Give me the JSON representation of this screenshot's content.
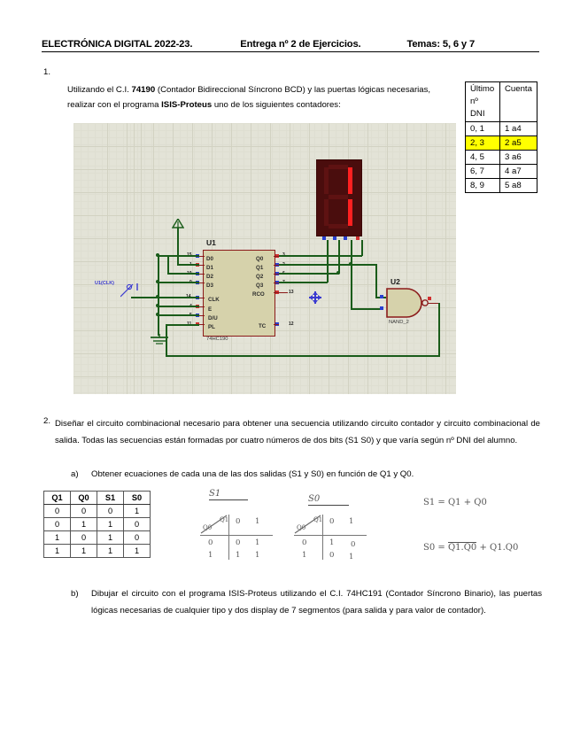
{
  "document": {
    "header": {
      "part1": "ELECTRÓNICA DIGITAL 2022-23.",
      "part2": "Entrega nº 2 de Ejercicios.",
      "part3": "Temas: 5, 6 y 7"
    },
    "exercise1": {
      "number": "1.",
      "text_before_bold": "Utilizando el C.I. ",
      "bold1": "74190",
      "text_middle": " (Contador Bidireccional Síncrono BCD) y las puertas lógicas necesarias, realizar con el programa ",
      "bold2": "ISIS-Proteus",
      "text_after": " uno de los siguientes contadores:",
      "dni_table": {
        "headers": [
          "Último nº DNI",
          "Cuenta"
        ],
        "rows": [
          {
            "dni": "0, 1",
            "cuenta": "1 a4",
            "highlight": false
          },
          {
            "dni": "2, 3",
            "cuenta": "2 a5",
            "highlight": true
          },
          {
            "dni": "4, 5",
            "cuenta": "3 a6",
            "highlight": false
          },
          {
            "dni": "6, 7",
            "cuenta": "4 a7",
            "highlight": false
          },
          {
            "dni": "8, 9",
            "cuenta": "5 a8",
            "highlight": false
          }
        ]
      },
      "schematic": {
        "u1_ref": "U1",
        "u1_value": "74HC190",
        "u1_left_pins": [
          "D0",
          "D1",
          "D2",
          "D3"
        ],
        "u1_left_pins2": [
          "CLK",
          "E",
          "D/U",
          "PL"
        ],
        "u1_right_pins": [
          "Q0",
          "Q1",
          "Q2",
          "Q3"
        ],
        "u1_rco": "RCO",
        "u1_tc": "TC",
        "u1_pin_numbers_left": [
          "15",
          "1",
          "10",
          "9",
          "14",
          "4",
          "5",
          "11"
        ],
        "u1_pin_numbers_right": [
          "3",
          "2",
          "6",
          "7",
          "13",
          "12"
        ],
        "u2_ref": "U2",
        "u2_value": "NAND_2",
        "net_label": "U1(CLK)",
        "display_digit": "1"
      }
    },
    "exercise2": {
      "number": "2.",
      "text": "Diseñar el circuito combinacional necesario para obtener una secuencia utilizando circuito contador y circuito combinacional de salida. Todas las secuencias están formadas por cuatro números de dos bits (S1 S0) y que varía según nº DNI del alumno.",
      "part_a": {
        "marker": "a)",
        "text": "Obtener ecuaciones de cada una de las dos salidas (S1 y S0) en función de Q1 y Q0."
      },
      "part_b": {
        "marker": "b)",
        "text": "Dibujar el circuito con el programa ISIS-Proteus utilizando el C.I. 74HC191 (Contador Síncrono Binario), las puertas lógicas necesarias de cualquier tipo y dos display de 7 segmentos (para salida y para valor de contador)."
      },
      "truth_table": {
        "headers": [
          "Q1",
          "Q0",
          "S1",
          "S0"
        ],
        "rows": [
          [
            "0",
            "0",
            "0",
            "1"
          ],
          [
            "0",
            "1",
            "1",
            "0"
          ],
          [
            "1",
            "0",
            "1",
            "0"
          ],
          [
            "1",
            "1",
            "1",
            "1"
          ]
        ]
      },
      "kmaps": [
        {
          "title": "S1",
          "row_var": "Q0",
          "col_var": "Q1",
          "col_headers": [
            "0",
            "1"
          ],
          "row_headers": [
            "0",
            "1"
          ],
          "cells": [
            [
              "0",
              "1"
            ],
            [
              "1",
              "1"
            ]
          ]
        },
        {
          "title": "S0",
          "row_var": "Q0",
          "col_var": "Q1",
          "col_headers": [
            "0",
            "1"
          ],
          "row_headers": [
            "0",
            "1"
          ],
          "cells": [
            [
              "1",
              "0"
            ],
            [
              "0",
              "1"
            ]
          ]
        }
      ],
      "equations": [
        {
          "lhs": "S1",
          "rhs_plain": "Q1 + Q0"
        },
        {
          "lhs": "S0",
          "rhs_overline": "Q1.Q0",
          "rhs_plain": "+ Q1.Q0"
        }
      ]
    }
  },
  "colors": {
    "highlight": "#ffff00",
    "schematic_bg": "#e3e3d7",
    "wire_green": "#1a5c1a",
    "pin_red": "#8b1a1a",
    "ic_fill": "#d6d2ab",
    "display_body": "#4a0d0d",
    "segment_on": "#ff2020",
    "net_label_blue": "#3a3ad0"
  }
}
